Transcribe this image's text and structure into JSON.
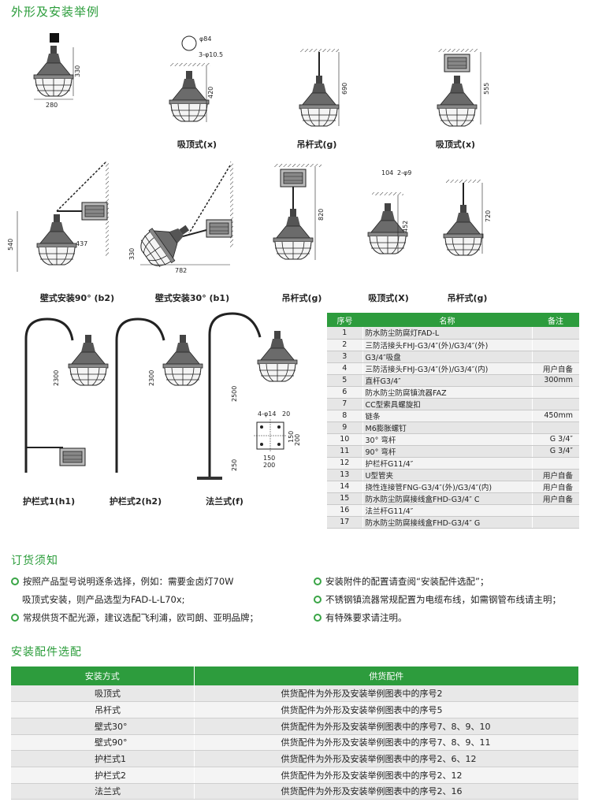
{
  "section1_title": "外形及安装举例",
  "captions": {
    "c1": "吸顶式(x)",
    "c2": "吊杆式(g)",
    "c3": "吸顶式(x)",
    "c4": "壁式安装90° (b2)",
    "c5": "壁式安装30° (b1)",
    "c6": "吊杆式(g)",
    "c7": "吸顶式(X)",
    "c8": "吊杆式(g)",
    "c9": "护栏式1(h1)",
    "c10": "护栏式2(h2)",
    "c11": "法兰式(f)"
  },
  "dims": {
    "d330": "330",
    "d280": "280",
    "d84": "φ84",
    "d105": "3-φ10.5",
    "d420": "420",
    "d690": "690",
    "d555": "555",
    "d540": "540",
    "d437": "437",
    "d330b": "330",
    "d782": "782",
    "d820": "820",
    "d104": "104",
    "d29": "2-φ9",
    "d452": "452",
    "d720": "720",
    "d2300a": "2300",
    "d2300b": "2300",
    "d2500": "2500",
    "d414": "4-φ14",
    "d20": "20",
    "d150a": "150",
    "d200a": "200",
    "d150b": "150",
    "d200b": "200",
    "d250": "250"
  },
  "parts_table": {
    "headers": [
      "序号",
      "名称",
      "备注"
    ],
    "rows": [
      {
        "no": "1",
        "name": "防水防尘防腐灯FAD-L",
        "note": ""
      },
      {
        "no": "2",
        "name": "三防活接头FHJ-G3/4″(外)/G3/4″(外)",
        "note": ""
      },
      {
        "no": "3",
        "name": "G3/4″吸盘",
        "note": ""
      },
      {
        "no": "4",
        "name": "三防活接头FHJ-G3/4″(外)/G3/4″(内)",
        "note": "用户自备"
      },
      {
        "no": "5",
        "name": "直杆G3/4″",
        "note": "300mm"
      },
      {
        "no": "6",
        "name": "防水防尘防腐镇流器FAZ",
        "note": ""
      },
      {
        "no": "7",
        "name": "CC型索具螺旋扣",
        "note": ""
      },
      {
        "no": "8",
        "name": "链条",
        "note": "450mm"
      },
      {
        "no": "9",
        "name": "M6膨胀螺钉",
        "note": ""
      },
      {
        "no": "10",
        "name": "30° 弯杆",
        "note": "G 3/4″"
      },
      {
        "no": "11",
        "name": "90° 弯杆",
        "note": "G 3/4″"
      },
      {
        "no": "12",
        "name": "护栏杆G11/4″",
        "note": ""
      },
      {
        "no": "13",
        "name": "U型管夹",
        "note": "用户自备"
      },
      {
        "no": "14",
        "name": "挠性连接管FNG-G3/4″(外)/G3/4″(内)",
        "note": "用户自备"
      },
      {
        "no": "15",
        "name": "防水防尘防腐接线盒FHD-G3/4″ C",
        "note": "用户自备"
      },
      {
        "no": "16",
        "name": "法兰杆G11/4″",
        "note": ""
      },
      {
        "no": "17",
        "name": "防水防尘防腐接线盒FHD-G3/4″ G",
        "note": ""
      }
    ]
  },
  "section2_title": "订货须知",
  "notes_left": [
    "按照产品型号说明逐条选择，例如：需要金卤灯70W",
    "吸顶式安装，则产品选型为FAD-L-L70x;",
    "常规供货不配光源，建议选配飞利浦，欧司朗、亚明品牌；"
  ],
  "notes_right": [
    "安装附件的配置请查阅“安装配件选配”；",
    "不锈钢镇流器常规配置为电缆布线，如需钢管布线请主明；",
    "有特殊要求请注明。"
  ],
  "section3_title": "安装配件选配",
  "acc_table": {
    "headers": [
      "安装方式",
      "供货配件"
    ],
    "rows": [
      {
        "mode": "吸顶式",
        "parts": "供货配件为外形及安装举例图表中的序号2"
      },
      {
        "mode": "吊杆式",
        "parts": "供货配件为外形及安装举例图表中的序号5"
      },
      {
        "mode": "壁式30°",
        "parts": "供货配件为外形及安装举例图表中的序号7、8、9、10"
      },
      {
        "mode": "壁式90°",
        "parts": "供货配件为外形及安装举例图表中的序号7、8、9、11"
      },
      {
        "mode": "护栏式1",
        "parts": "供货配件为外形及安装举例图表中的序号2、6、12"
      },
      {
        "mode": "护栏式2",
        "parts": "供货配件为外形及安装举例图表中的序号2、12"
      },
      {
        "mode": "法兰式",
        "parts": "供货配件为外形及安装举例图表中的序号2、16"
      }
    ]
  }
}
